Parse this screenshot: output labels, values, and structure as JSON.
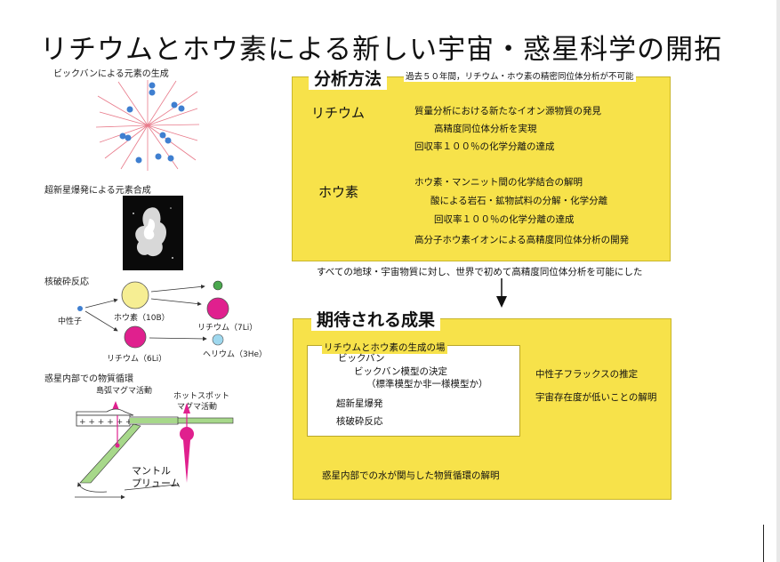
{
  "title": "リチウムとホウ素による新しい宇宙・惑星科学の開拓",
  "left": {
    "bigbang_caption": "ビックバンによる元素の生成",
    "supernova_caption": "超新星爆発による元素合成",
    "spallation_caption": "核破砕反応",
    "neutron_label": "中性子",
    "boron_label": "ホウ素（10B）",
    "lithium7_label": "リチウム（7Li）",
    "lithium6_label": "リチウム（6Li）",
    "helium_label": "ヘリウム（3He）",
    "cycle_caption": "惑星内部での物質循環",
    "arc_label": "島弧マグマ活動",
    "hotspot_label_1": "ホットスポット",
    "hotspot_label_2": "マグマ活動",
    "mantle_label_1": "マントル",
    "mantle_label_2": "プリューム"
  },
  "method": {
    "heading": "分析方法",
    "note": "過去５０年間，リチウム・ホウ素の精密同位体分析が不可能",
    "lithium": {
      "label": "リチウム",
      "lines": [
        "質量分析における新たなイオン源物質の発見",
        "高精度同位体分析を実現",
        "回収率１００％の化学分離の達成"
      ]
    },
    "boron": {
      "label": "ホウ素",
      "lines": [
        "ホウ素・マンニット間の化学結合の解明",
        "酸による岩石・鉱物試料の分解・化学分離",
        "回収率１００％の化学分離の達成",
        "高分子ホウ素イオンによる高精度同位体分析の開発"
      ]
    },
    "summary": "すべての地球・宇宙物質に対し、世界で初めて高精度同位体分析を可能にした"
  },
  "results": {
    "heading": "期待される成果",
    "inner_title": "リチウムとホウ素の生成の場",
    "inner_lines": [
      "ビックバン",
      "ビックバン模型の決定",
      "（標準模型か非一様模型か）",
      "超新星爆発",
      "核破砕反応"
    ],
    "right_lines": [
      "中性子フラックスの推定",
      "宇宙存在度が低いことの解明"
    ],
    "bottom_line": "惑星内部での水が関与した物質循環の解明"
  },
  "colors": {
    "yellow": "#f7e24a",
    "sphere_yellow": "#f6ee93",
    "sphere_magenta": "#e0208e",
    "sphere_cyan": "#9fd8ee",
    "sphere_green": "#4ba84e",
    "dot_blue": "#3f7fd0"
  }
}
